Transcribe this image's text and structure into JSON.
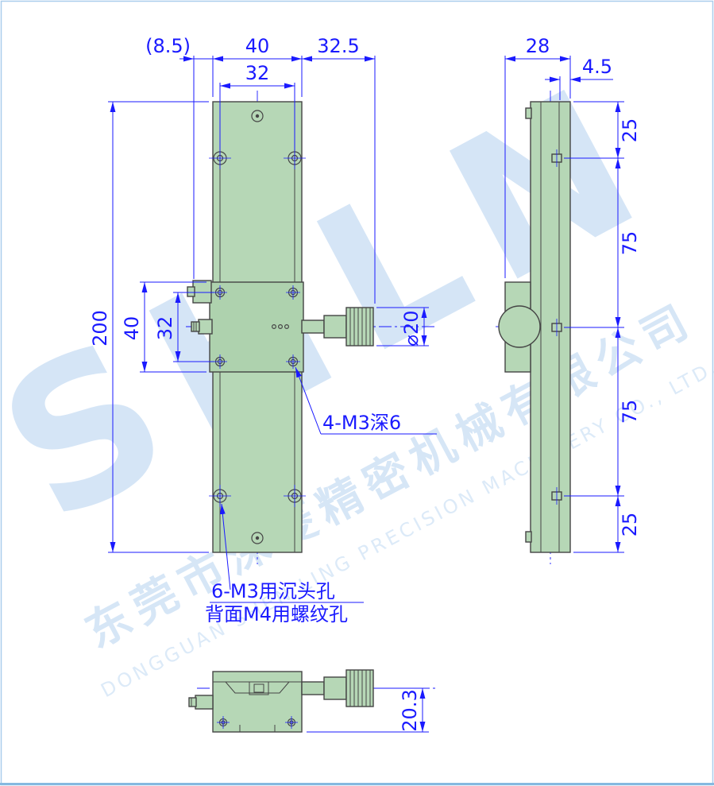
{
  "watermark": {
    "brand": "SHLN",
    "company_cn": "东莞市深菱精密机械有限公司",
    "company_en": "DONGGUAN SHEN LING PRECISION MACHINERY CO., LTD."
  },
  "colors": {
    "dimension_blue": "#1a1aff",
    "body_green": "#b6d7b6",
    "watermark_blue": "#cfe2f5"
  },
  "front_view": {
    "dim_8_5": "(8.5)",
    "dim_40_top": "40",
    "dim_32_5": "32.5",
    "dim_32_top": "32",
    "dim_200": "200",
    "dim_40_table": "40",
    "dim_32_table": "32",
    "dim_dia20": "⌀20",
    "note_4m3": "4-M3深6",
    "note_6m3": "6-M3用沉头孔",
    "note_m4_back": "背面M4用螺纹孔"
  },
  "side_view": {
    "dim_28": "28",
    "dim_4_5": "4.5",
    "dim_25_top": "25",
    "dim_75_upper": "75",
    "dim_75_lower": "75",
    "dim_25_bottom": "25"
  },
  "bottom_view": {
    "dim_20_3": "20.3"
  }
}
